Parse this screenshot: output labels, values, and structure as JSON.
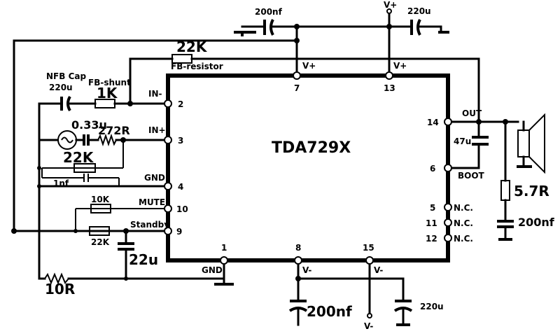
{
  "chip": {
    "name": "TDA729X"
  },
  "pins": {
    "p2": {
      "number": "2",
      "label": "IN-"
    },
    "p3": {
      "number": "3",
      "label": "IN+"
    },
    "p4": {
      "number": "4",
      "label": "GND"
    },
    "p10": {
      "number": "10",
      "label": "MUTE"
    },
    "p9": {
      "number": "9",
      "label": "Standby"
    },
    "p7": {
      "number": "7",
      "label": "V+"
    },
    "p13": {
      "number": "13",
      "label": "V+"
    },
    "p14": {
      "number": "14",
      "label": "OUT"
    },
    "p6": {
      "number": "6",
      "label": "BOOT"
    },
    "p5": {
      "number": "5",
      "label": "N.C."
    },
    "p11": {
      "number": "11",
      "label": "N.C."
    },
    "p12": {
      "number": "12",
      "label": "N.C."
    },
    "p1": {
      "number": "1",
      "label": "GND"
    },
    "p8": {
      "number": "8",
      "label": "V-"
    },
    "p15": {
      "number": "15",
      "label": "V-"
    }
  },
  "components": {
    "top_cap": "200nf",
    "top_vplus": "V+",
    "top_cap_right": "220u",
    "fb_resistor_value": "22K",
    "fb_resistor_name": "FB-resistor",
    "nfb_cap_name": "NFB Cap",
    "nfb_cap_value": "220u",
    "fb_shunt_name": "FB-shunt",
    "fb_shunt_value": "1K",
    "input_cap": "0.33u",
    "input_res": "272R",
    "bias_res": "22K",
    "bias_cap": "1nf",
    "mute_res": "10K",
    "standby_res": "22K",
    "standby_cap": "22u",
    "ground_res": "10R",
    "boot_cap": "47u",
    "zobel_res": "5.7R",
    "zobel_cap": "200nf",
    "vminus_cap_left": "200nf",
    "vminus_cap_right": "220u",
    "vminus_bottom": "V-"
  }
}
